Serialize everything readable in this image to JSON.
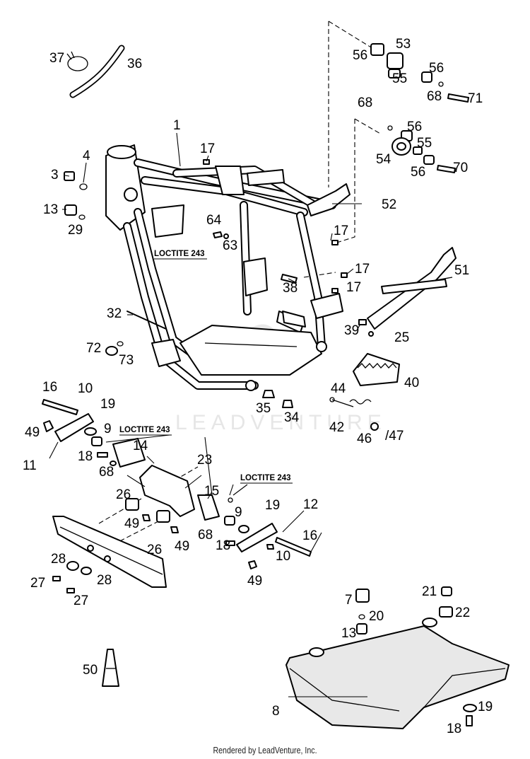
{
  "credit": "Rendered by LeadVenture, Inc.",
  "watermark": "LEADVENTURE",
  "notes": [
    "LOCTITE 243",
    "LOCTITE 243",
    "LOCTITE 243"
  ],
  "callouts": [
    "1",
    "3",
    "4",
    "13",
    "29",
    "17",
    "64",
    "63",
    "17",
    "17",
    "17",
    "52",
    "53",
    "56",
    "55",
    "56",
    "68",
    "71",
    "68",
    "56",
    "55",
    "54",
    "56",
    "70",
    "51",
    "37",
    "36",
    "32",
    "38",
    "39",
    "25",
    "72",
    "73",
    "35",
    "34",
    "40",
    "44",
    "42",
    "46",
    "/47",
    "16",
    "10",
    "19",
    "49",
    "11",
    "9",
    "14",
    "18",
    "68",
    "23",
    "26",
    "49",
    "26",
    "49",
    "15",
    "9",
    "19",
    "12",
    "68",
    "18",
    "10",
    "16",
    "49",
    "28",
    "27",
    "28",
    "27",
    "50",
    "7",
    "20",
    "13",
    "21",
    "22",
    "8",
    "19",
    "18"
  ]
}
